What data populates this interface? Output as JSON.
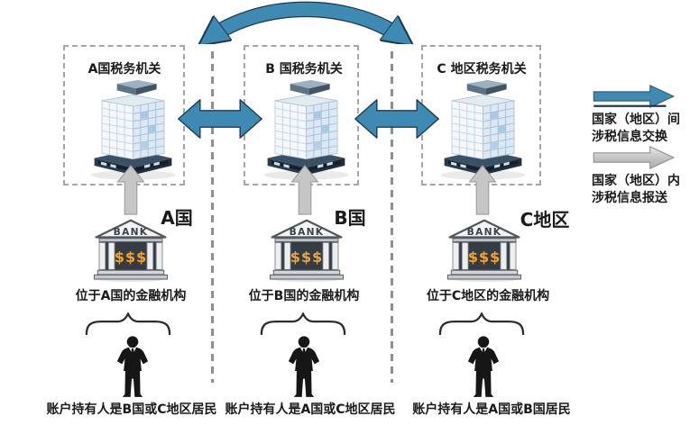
{
  "legend": {
    "exchange_line1": "国家（地区）间",
    "exchange_line2": "涉税信息交换",
    "report_line1": "国家（地区）内",
    "report_line2": "涉税信息报送"
  },
  "bank": {
    "sign": "BANK",
    "money": "$$$"
  },
  "columns": [
    {
      "authority": "A国税务机关",
      "bank_label": "A国",
      "institution": "位于A国的金融机构",
      "account_holder": "账户持有人是B国或C地区居民"
    },
    {
      "authority": "B 国税务机关",
      "bank_label": "B国",
      "institution": "位于B国的金融机构",
      "account_holder": "账户持有人是A国或C地区居民"
    },
    {
      "authority": "C 地区税务机关",
      "bank_label": "C地区",
      "institution": "位于C地区的金融机构",
      "account_holder": "账户持有人是A国或B国居民"
    }
  ],
  "colors": {
    "exchange_arrow": "#3d8ab3",
    "exchange_arrow_edge": "#1d3a52",
    "report_arrow": "#c6c6c6",
    "money_gold": "#efa42d",
    "text": "#1a1a1a"
  }
}
